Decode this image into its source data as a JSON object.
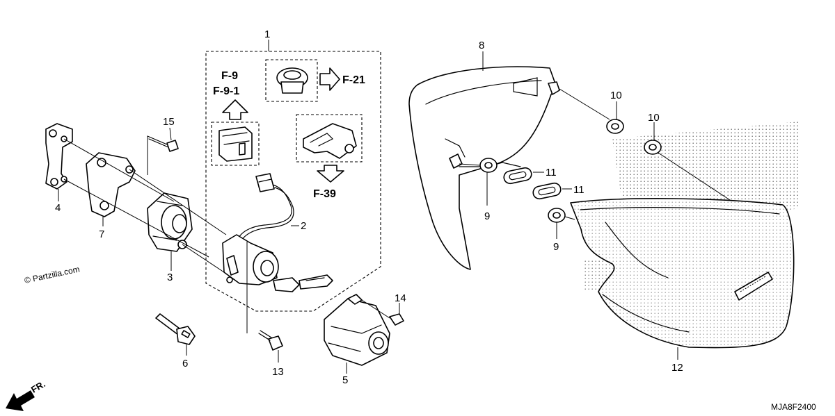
{
  "callouts": {
    "c1": "1",
    "c2": "2",
    "c3": "3",
    "c4": "4",
    "c5": "5",
    "c6": "6",
    "c7": "7",
    "c8": "8",
    "c9a": "9",
    "c9b": "9",
    "c10a": "10",
    "c10b": "10",
    "c11a": "11",
    "c11b": "11",
    "c12": "12",
    "c13": "13",
    "c14": "14",
    "c15": "15"
  },
  "references": {
    "f9": "F-9",
    "f91": "F-9-1",
    "f21": "F-21",
    "f39": "F-39"
  },
  "watermark": "© Partzilla.com",
  "front_label": "FR.",
  "diagram_code": "MJA8F2400"
}
